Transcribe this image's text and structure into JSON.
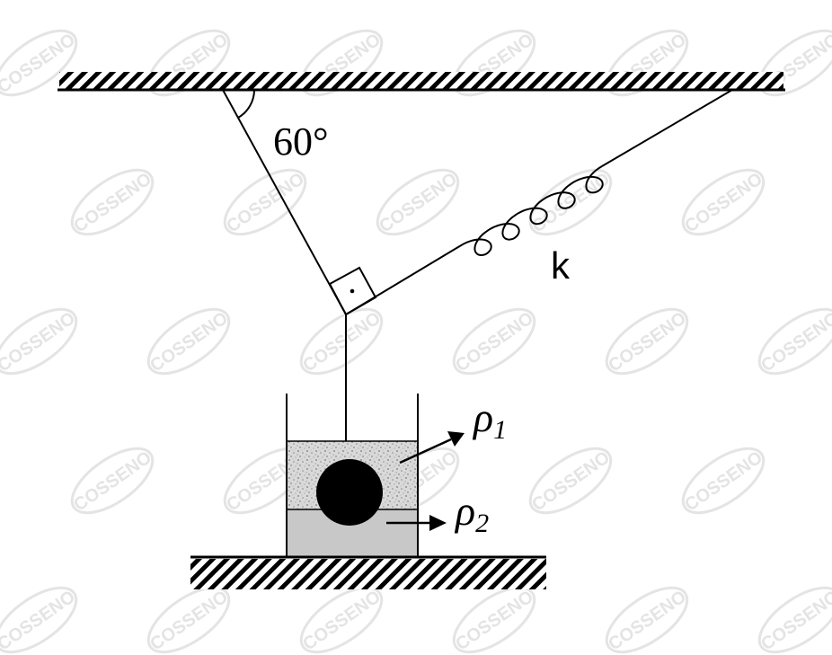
{
  "diagram": {
    "angle_label": "60°",
    "spring_label": "k",
    "upper_liquid_label": "ρ",
    "upper_liquid_subscript": "1",
    "lower_liquid_label": "ρ",
    "lower_liquid_subscript": "2",
    "angle_degrees": 60,
    "right_angle_marker_dot": "·"
  },
  "watermark": {
    "text": "COSSENO"
  },
  "colors": {
    "ink": "#000000",
    "upper_liquid_fill": "#d9d9d9",
    "lower_liquid_fill": "#c8c8c8",
    "watermark": "#e4e4e4",
    "background": "#ffffff"
  }
}
